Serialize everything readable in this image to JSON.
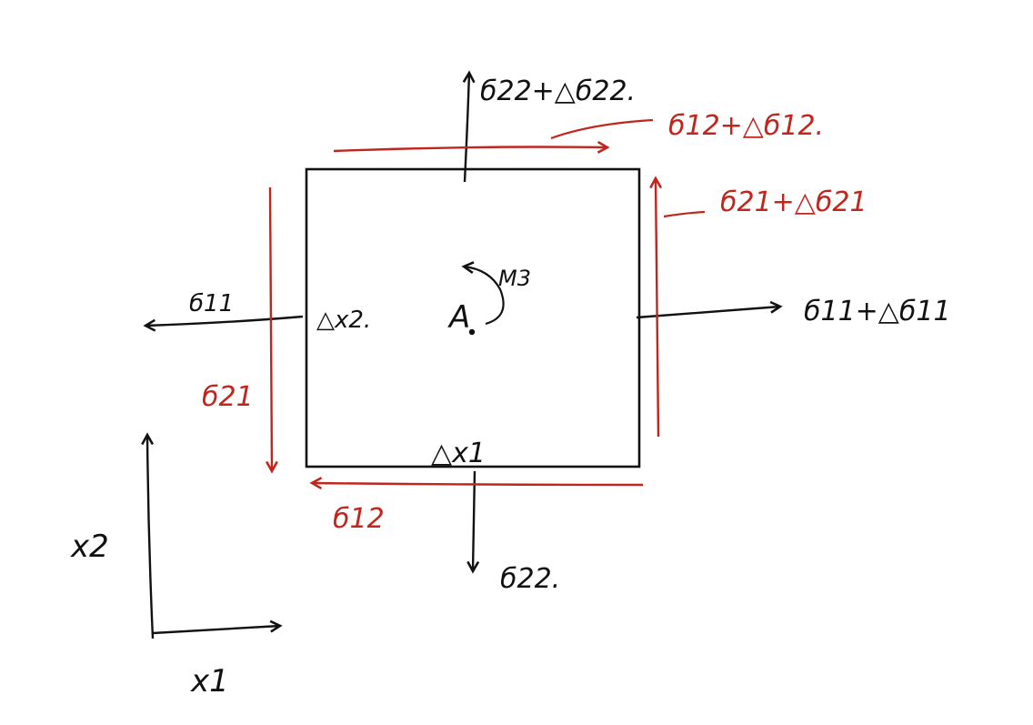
{
  "colors": {
    "ink": "#111111",
    "red": "#c0261e",
    "background": "#ffffff"
  },
  "labels": {
    "s22_top": "б22+△б22.",
    "s12_top": "б12+△б12.",
    "s21_right": "б21+△б21",
    "s11_left": "б11",
    "s11_right": "б11+△б11",
    "s21_left": "б21",
    "s12_bottom": "б12",
    "s22_bottom": "б22.",
    "dx2": "△x2.",
    "dx1": "△x1",
    "moment": "M3",
    "point": "A",
    "axis_x2": "x2",
    "axis_x1": "x1"
  }
}
